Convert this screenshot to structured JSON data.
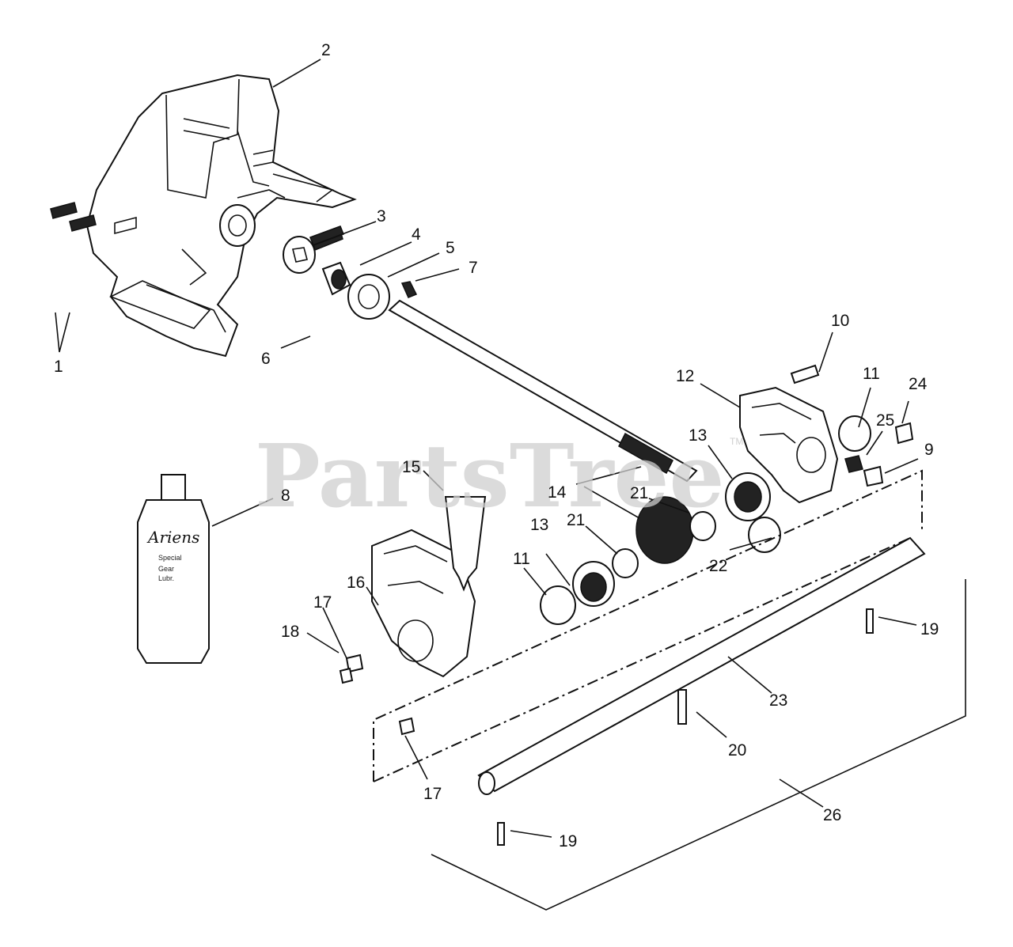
{
  "watermark": {
    "text": "PartsTree",
    "trademark": "TM"
  },
  "bottle": {
    "brand": "Ariens",
    "lines": [
      "Special",
      "Gear",
      "Lubr."
    ]
  },
  "callouts": [
    "1",
    "2",
    "3",
    "4",
    "5",
    "6",
    "7",
    "8",
    "9",
    "10",
    "11",
    "11",
    "12",
    "13",
    "13",
    "14",
    "15",
    "16",
    "17",
    "17",
    "18",
    "19",
    "19",
    "20",
    "21",
    "21",
    "22",
    "23",
    "24",
    "25",
    "26"
  ]
}
